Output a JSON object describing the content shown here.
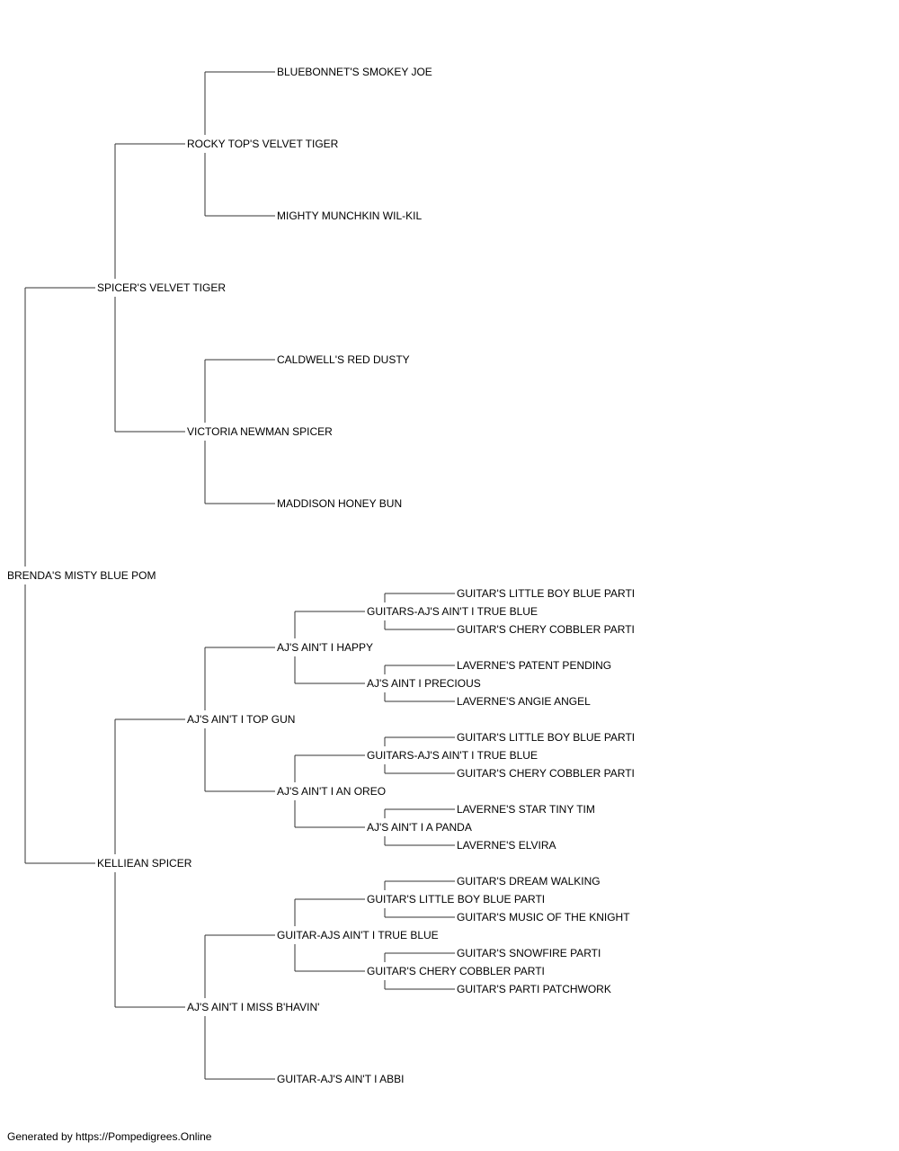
{
  "pedigree": {
    "name": "BRENDA'S MISTY BLUE POM",
    "sire": {
      "name": "SPICER'S VELVET TIGER",
      "sire": {
        "name": "ROCKY TOP'S VELVET TIGER",
        "sire": {
          "name": "BLUEBONNET'S SMOKEY JOE"
        },
        "dam": {
          "name": "MIGHTY MUNCHKIN WIL-KIL"
        }
      },
      "dam": {
        "name": "VICTORIA NEWMAN SPICER",
        "sire": {
          "name": "CALDWELL'S RED DUSTY"
        },
        "dam": {
          "name": "MADDISON HONEY BUN"
        }
      }
    },
    "dam": {
      "name": "KELLIEAN SPICER",
      "sire": {
        "name": "AJ'S AIN'T I TOP GUN",
        "sire": {
          "name": "AJ'S AIN'T I HAPPY",
          "sire": {
            "name": "GUITARS-AJ'S AIN'T I TRUE BLUE",
            "sire": {
              "name": "GUITAR'S LITTLE BOY BLUE PARTI"
            },
            "dam": {
              "name": "GUITAR'S CHERY COBBLER PARTI"
            }
          },
          "dam": {
            "name": "AJ'S AINT I PRECIOUS",
            "sire": {
              "name": "LAVERNE'S PATENT PENDING"
            },
            "dam": {
              "name": "LAVERNE'S ANGIE ANGEL"
            }
          }
        },
        "dam": {
          "name": "AJ'S AIN'T I AN OREO",
          "sire": {
            "name": "GUITARS-AJ'S AIN'T I TRUE BLUE",
            "sire": {
              "name": "GUITAR'S LITTLE BOY BLUE PARTI"
            },
            "dam": {
              "name": "GUITAR'S CHERY COBBLER PARTI"
            }
          },
          "dam": {
            "name": "AJ'S AIN'T I A PANDA",
            "sire": {
              "name": "LAVERNE'S STAR TINY TIM"
            },
            "dam": {
              "name": "LAVERNE'S ELVIRA"
            }
          }
        }
      },
      "dam": {
        "name": "AJ'S AIN'T I MISS B'HAVIN'",
        "sire": {
          "name": "GUITAR-AJS AIN'T I TRUE BLUE",
          "sire": {
            "name": "GUITAR'S LITTLE BOY BLUE PARTI",
            "sire": {
              "name": "GUITAR'S DREAM WALKING"
            },
            "dam": {
              "name": "GUITAR'S MUSIC OF THE KNIGHT"
            }
          },
          "dam": {
            "name": "GUITAR'S CHERY COBBLER PARTI",
            "sire": {
              "name": "GUITAR'S SNOWFIRE PARTI"
            },
            "dam": {
              "name": "GUITAR'S PARTI PATCHWORK"
            }
          }
        },
        "dam": {
          "name": "GUITAR-AJ'S AIN'T I ABBI"
        }
      }
    }
  },
  "footer": "Generated by https://Pompedigrees.Online",
  "colors": {
    "line": "#333333",
    "text": "#000000",
    "background": "#ffffff"
  }
}
